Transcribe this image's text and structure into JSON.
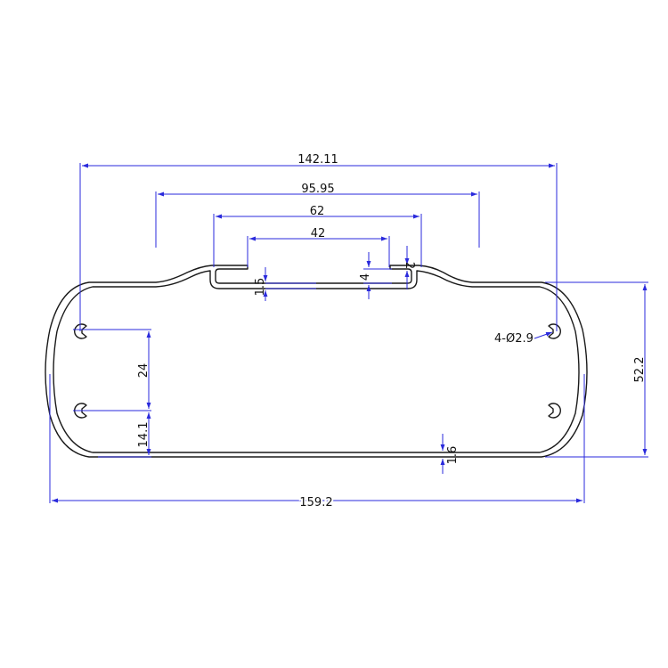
{
  "dimensions": {
    "outer_span": "142.11",
    "mid_span": "95.95",
    "slot_span": "62",
    "slot_inner": "42",
    "lip": "2",
    "slot_depth": "4",
    "groove_height": "1.5",
    "hole_pitch": "24",
    "hole_offset": "14.1",
    "wall": "1.6",
    "height": "52.2",
    "overall_width": "159.2",
    "holes": "4-Ø2.9"
  },
  "colors": {
    "dimension_line": "#2a2adc",
    "profile_line": "#1a1a1a",
    "background": "#ffffff"
  }
}
